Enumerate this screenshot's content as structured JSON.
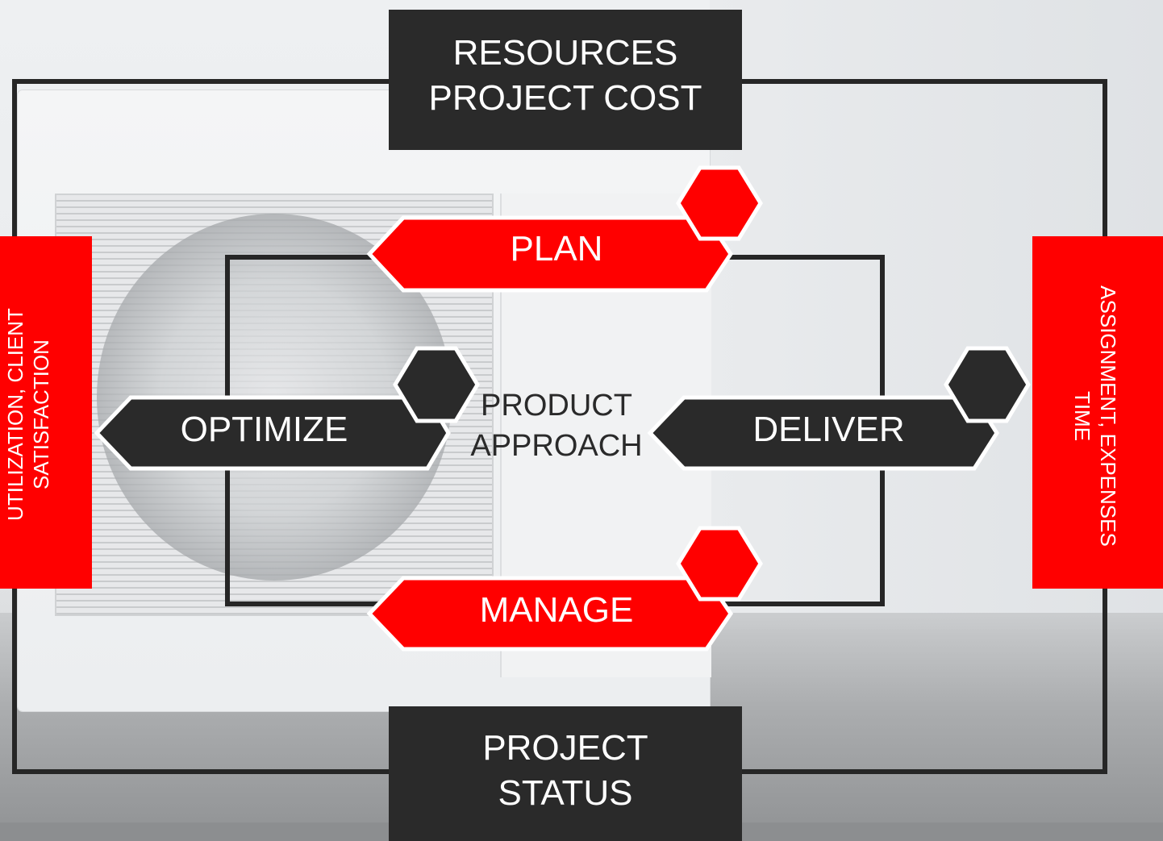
{
  "colors": {
    "red": "#ff0000",
    "dark": "#2a2a2a",
    "outline": "#262626",
    "white_border": "#ffffff"
  },
  "diagram": {
    "top_box": {
      "lines": [
        "RESOURCES",
        "PROJECT COST"
      ]
    },
    "bottom_box": {
      "lines": [
        "PROJECT",
        "STATUS"
      ]
    },
    "left_side": {
      "lines": [
        "UTILIZATION, CLIENT",
        "SATISFACTION"
      ]
    },
    "right_side": {
      "lines": [
        "ASSIGNMENT, EXPENSES",
        "TIME"
      ]
    },
    "center": {
      "lines": [
        "PRODUCT",
        "APPROACH"
      ]
    },
    "plan": {
      "label": "PLAN",
      "icon": "hexagon-red"
    },
    "manage": {
      "label": "MANAGE",
      "icon": "hexagon-red"
    },
    "optimize": {
      "label": "OPTIMIZE",
      "icon": "hexagon-dark"
    },
    "deliver": {
      "label": "DELIVER",
      "icon": "hexagon-dark"
    }
  }
}
